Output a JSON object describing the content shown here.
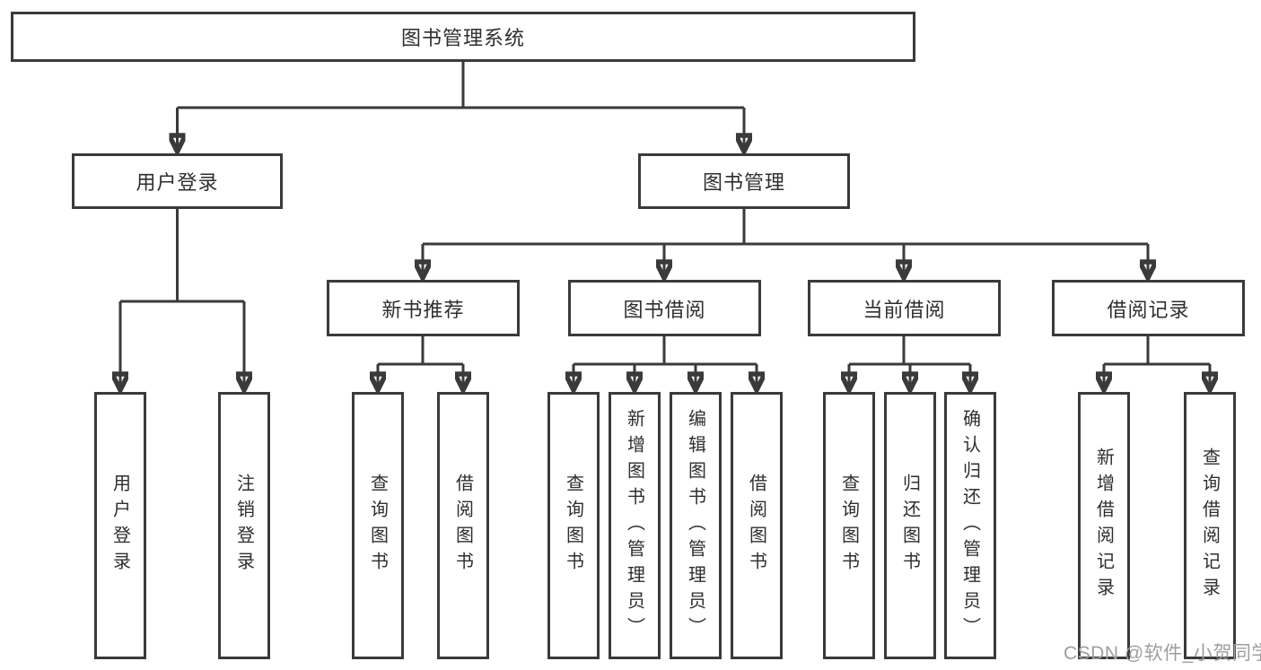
{
  "diagram": {
    "type": "hierarchy-tree",
    "colors": {
      "line": "#3a3a3a",
      "box_border": "#3a3a3a",
      "box_fill": "#ffffff",
      "text": "#2e2e2e",
      "watermark": "#9e9e9e"
    },
    "tree": {
      "label": "图书管理系统",
      "children": [
        {
          "label": "用户登录",
          "children": [
            {
              "label": "用户登录"
            },
            {
              "label": "注销登录"
            }
          ]
        },
        {
          "label": "图书管理",
          "children": [
            {
              "label": "新书推荐",
              "children": [
                {
                  "label": "查询图书"
                },
                {
                  "label": "借阅图书"
                }
              ]
            },
            {
              "label": "图书借阅",
              "children": [
                {
                  "label": "查询图书"
                },
                {
                  "label": "新增图书（管理员）"
                },
                {
                  "label": "编辑图书（管理员）"
                },
                {
                  "label": "借阅图书"
                }
              ]
            },
            {
              "label": "当前借阅",
              "children": [
                {
                  "label": "查询图书"
                },
                {
                  "label": "归还图书"
                },
                {
                  "label": "确认归还（管理员）"
                }
              ]
            },
            {
              "label": "借阅记录",
              "children": [
                {
                  "label": "新增借阅记录"
                },
                {
                  "label": "查询借阅记录"
                }
              ]
            }
          ]
        }
      ]
    },
    "watermark": "CSDN @软件_小贺同学"
  }
}
